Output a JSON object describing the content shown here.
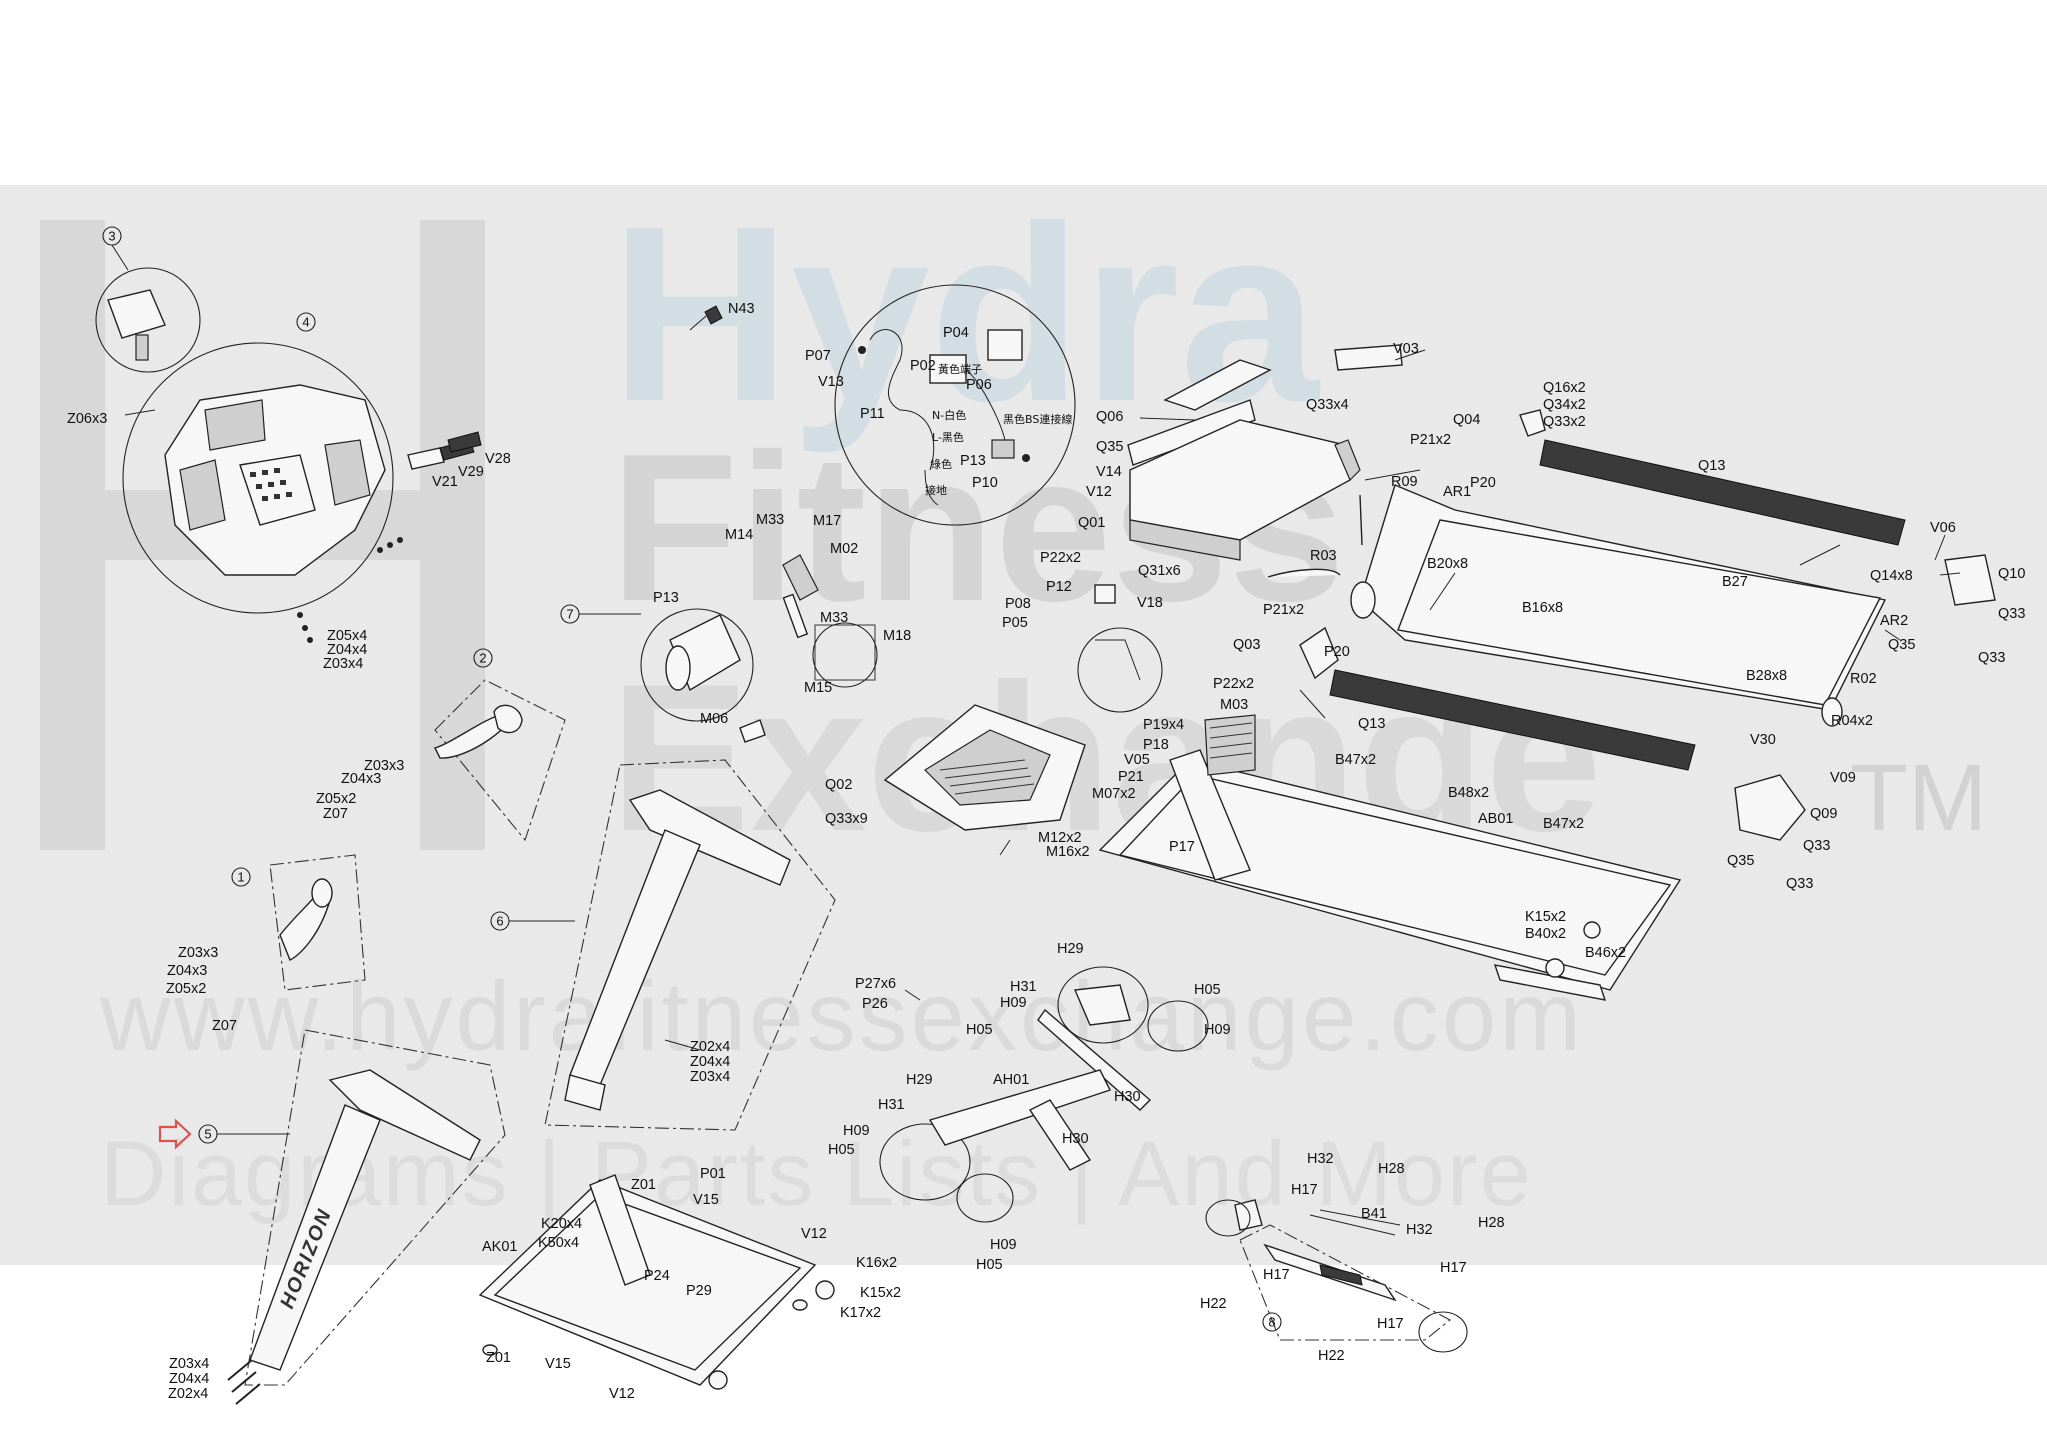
{
  "watermark": {
    "words": [
      "Hydra",
      "Fitness",
      "Exchange"
    ],
    "trademark": "TM",
    "url": "www.hydrafitnessexchange.com",
    "tagline": "Diagrams | Parts Lists | And More"
  },
  "brand_on_frame": "HORIZON",
  "highlight": {
    "group": "5",
    "color": "#d9534f"
  },
  "assembly_groups": [
    "1",
    "2",
    "3",
    "4",
    "5",
    "6",
    "7",
    "8"
  ],
  "labels": {
    "N43": "N43",
    "P04": "P04",
    "P07": "P07",
    "P02": "P02",
    "P06": "P06",
    "V13": "V13",
    "P11": "P11",
    "P13a": "P13",
    "P10": "P10",
    "cn_yellow": "黃色端子",
    "cn_white": "N-白色",
    "cn_black": "L-黑色",
    "cn_green": "綠色",
    "cn_ground": "接地",
    "cn_bs": "黑色BS連接線",
    "V03": "V03",
    "Q06": "Q06",
    "Q33x4": "Q33x4",
    "Q35a": "Q35",
    "V14": "V14",
    "V12a": "V12",
    "Q01": "Q01",
    "Q31x6": "Q31x6",
    "Q16x2": "Q16x2",
    "Q34x2": "Q34x2",
    "Q33x2": "Q33x2",
    "Q04": "Q04",
    "P21x2a": "P21x2",
    "Q13a": "Q13",
    "R09": "R09",
    "AR1": "AR1",
    "P20a": "P20",
    "V06": "V06",
    "Q10": "Q10",
    "Q14x8": "Q14x8",
    "B27": "B27",
    "B20x8": "B20x8",
    "R03": "R03",
    "B16x8": "B16x8",
    "Q33a": "Q33",
    "Q35b": "Q35",
    "Q33b": "Q33",
    "AR2": "AR2",
    "P21x2b": "P21x2",
    "P20b": "P20",
    "Q03": "Q03",
    "B28x8": "B28x8",
    "R02": "R02",
    "R04x2": "R04x2",
    "V30": "V30",
    "V09": "V09",
    "Z06x3": "Z06x3",
    "V21": "V21",
    "V29": "V29",
    "V28": "V28",
    "Z05x4a": "Z05x4",
    "Z04x4a": "Z04x4",
    "Z03x4a": "Z03x4",
    "M14": "M14",
    "M33a": "M33",
    "M17": "M17",
    "M02": "M02",
    "P13b": "P13",
    "M33b": "M33",
    "M18": "M18",
    "M15": "M15",
    "M06": "M06",
    "P22x2a": "P22x2",
    "P12": "P12",
    "V18": "V18",
    "P08": "P08",
    "P05": "P05",
    "P22x2b": "P22x2",
    "M03": "M03",
    "Q13b": "Q13",
    "P19x4": "P19x4",
    "P18": "P18",
    "V05": "V05",
    "P21": "P21",
    "M07x2": "M07x2",
    "M12x2": "M12x2",
    "M16x2": "M16x2",
    "P17": "P17",
    "B47x2a": "B47x2",
    "B48x2": "B48x2",
    "AB01": "AB01",
    "B47x2b": "B47x2",
    "Q09": "Q09",
    "Q33c": "Q33",
    "Q35c": "Q35",
    "Q33d": "Q33",
    "Q02": "Q02",
    "Q33x9": "Q33x9",
    "Z03x3a": "Z03x3",
    "Z04x3a": "Z04x3",
    "Z05x2a": "Z05x2",
    "Z07a": "Z07",
    "Z03x3b": "Z03x3",
    "Z04x3b": "Z04x3",
    "Z05x2b": "Z05x2",
    "Z07b": "Z07",
    "K15x2a": "K15x2",
    "B40x2": "B40x2",
    "B46x2": "B46x2",
    "P27x6": "P27x6",
    "P26": "P26",
    "Z02x4a": "Z02x4",
    "Z04x4b": "Z04x4",
    "Z03x4b": "Z03x4",
    "H29a": "H29",
    "H31a": "H31",
    "H09a": "H09",
    "H05a": "H05",
    "H05b": "H05",
    "H09b": "H09",
    "H29b": "H29",
    "AH01": "AH01",
    "H30a": "H30",
    "H31b": "H31",
    "H09c": "H09",
    "H05c": "H05",
    "H30b": "H30",
    "H09d": "H09",
    "H05d": "H05",
    "Z01a": "Z01",
    "P01": "P01",
    "V15a": "V15",
    "K20x4": "K20x4",
    "K50x4": "K50x4",
    "AK01": "AK01",
    "V12b": "V12",
    "K16x2": "K16x2",
    "P24": "P24",
    "P29": "P29",
    "K15x2b": "K15x2",
    "K17x2": "K17x2",
    "Z01b": "Z01",
    "V15b": "V15",
    "V12c": "V12",
    "Z03x4c": "Z03x4",
    "Z04x4c": "Z04x4",
    "Z02x4b": "Z02x4",
    "H32a": "H32",
    "H28a": "H28",
    "H17a": "H17",
    "B41": "B41",
    "H32b": "H32",
    "H28b": "H28",
    "H17b": "H17",
    "H17c": "H17",
    "H22a": "H22",
    "H17d": "H17",
    "H22b": "H22"
  }
}
